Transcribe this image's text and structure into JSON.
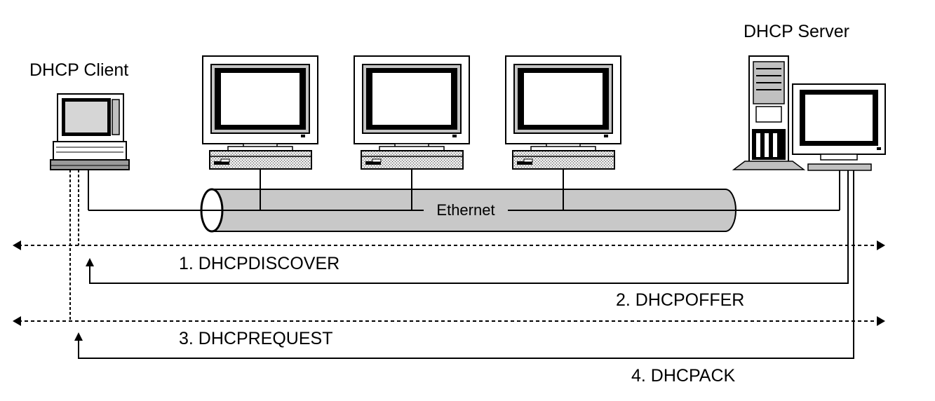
{
  "labels": {
    "client": "DHCP Client",
    "server": "DHCP Server",
    "network": "Ethernet"
  },
  "messages": [
    {
      "label": "1. DHCPDISCOVER"
    },
    {
      "label": "2. DHCPOFFER"
    },
    {
      "label": "3. DHCPREQUEST"
    },
    {
      "label": "4. DHCPACK"
    }
  ],
  "colors": {
    "ink": "#000000",
    "cable_fill": "#c8c8c8",
    "device_gray": "#c0c0c0",
    "screen_gray": "#d6d6d6",
    "background": "#ffffff"
  },
  "icons": [
    "laptop-icon",
    "monitor-icon",
    "monitor-icon",
    "monitor-icon",
    "server-tower-icon",
    "server-monitor-icon"
  ]
}
